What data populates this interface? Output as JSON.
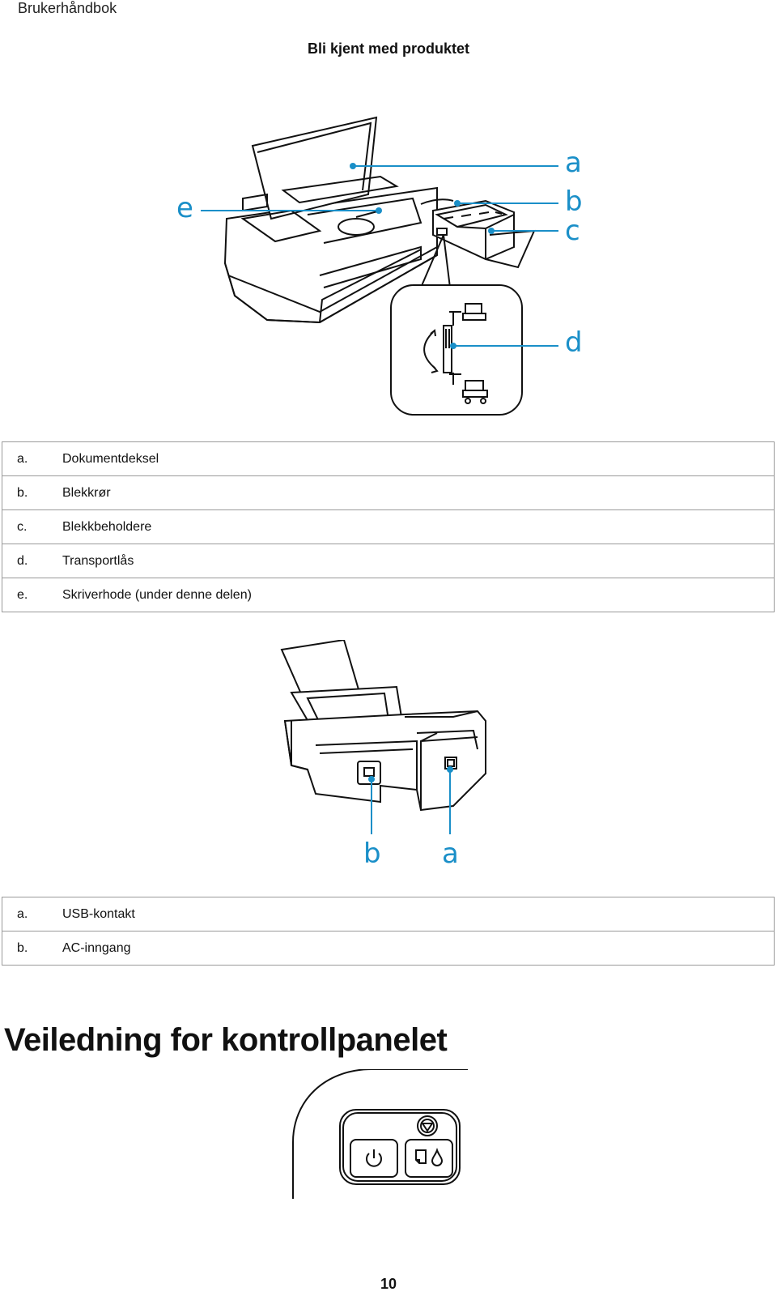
{
  "header": {
    "running_title": "Brukerhåndbok"
  },
  "section": {
    "subtitle": "Bli kjent med produktet"
  },
  "figure1": {
    "callouts": {
      "a": "a",
      "b": "b",
      "c": "c",
      "d": "d",
      "e": "e"
    }
  },
  "table1": {
    "rows": [
      {
        "key": "a.",
        "label": "Dokumentdeksel"
      },
      {
        "key": "b.",
        "label": "Blekkrør"
      },
      {
        "key": "c.",
        "label": "Blekkbeholdere"
      },
      {
        "key": "d.",
        "label": "Transportlås"
      },
      {
        "key": "e.",
        "label": "Skriverhode (under denne delen)"
      }
    ]
  },
  "figure2": {
    "callouts": {
      "b": "b",
      "a": "a"
    }
  },
  "table2": {
    "rows": [
      {
        "key": "a.",
        "label": "USB-kontakt"
      },
      {
        "key": "b.",
        "label": "AC-inngang"
      }
    ]
  },
  "control_panel": {
    "heading": "Veiledning for kontrollpanelet"
  },
  "footer": {
    "page_number": "10"
  },
  "colors": {
    "callout": "#1a8fc8",
    "line_art": "#111111",
    "table_rule": "#9a9a9a"
  },
  "icons": [
    "power-icon",
    "paper-icon",
    "ink-drop-icon",
    "stop-icon"
  ]
}
